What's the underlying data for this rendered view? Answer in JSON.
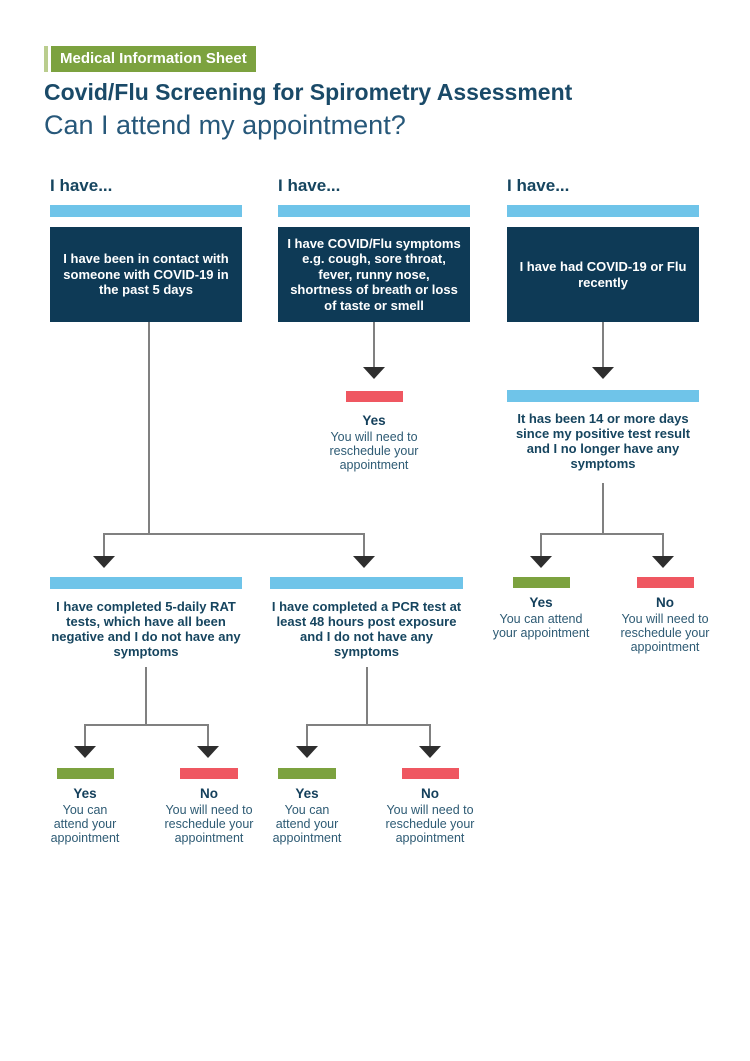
{
  "badge": {
    "label": "Medical Information Sheet"
  },
  "title": "Covid/Flu Screening for Spirometry Assessment",
  "subtitle": "Can I attend my appointment?",
  "colors": {
    "navy_box": "#0E3A56",
    "heading_navy": "#1A4A68",
    "blue_bar": "#6FC4E9",
    "green": "#7CA23F",
    "light_green_accent": "#BACD8E",
    "red": "#EF5761",
    "body_text": "#2E5B74"
  },
  "columns": [
    {
      "header": "I have...",
      "statement": "I have been in contact with someone with COVID-19 in the past 5 days"
    },
    {
      "header": "I have...",
      "statement": "I have COVID/Flu symptoms e.g. cough, sore throat, fever, runny nose, shortness of breath or loss of taste or smell"
    },
    {
      "header": "I have...",
      "statement": "I have had COVID-19 or Flu recently"
    }
  ],
  "conditions": {
    "recent_covid": "It has been 14 or more days since my positive test result and I no longer have any symptoms",
    "rat": "I have completed 5-daily RAT tests, which have all been negative and I do not have any symptoms",
    "pcr": "I have completed a PCR test at least 48 hours post exposure and I do not have any symptoms"
  },
  "outcomes": {
    "symptoms_yes": {
      "label": "Yes",
      "text": "You will need to reschedule your appointment"
    },
    "recent_yes": {
      "label": "Yes",
      "text": "You can attend your appointment"
    },
    "recent_no": {
      "label": "No",
      "text": "You will need to reschedule your appointment"
    },
    "rat_yes": {
      "label": "Yes",
      "text": "You can attend your appointment"
    },
    "rat_no": {
      "label": "No",
      "text": "You will need to reschedule your appointment"
    },
    "pcr_yes": {
      "label": "Yes",
      "text": "You can attend your appointment"
    },
    "pcr_no": {
      "label": "No",
      "text": "You will need to reschedule your appointment"
    }
  }
}
